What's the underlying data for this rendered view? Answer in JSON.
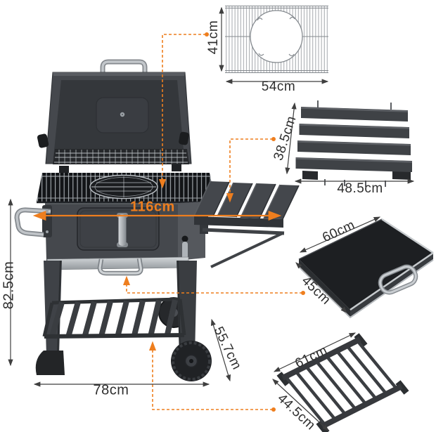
{
  "accent_color": "#EE7E1E",
  "ink_color": "#2E2E2E",
  "grill": {
    "height_label": "82.5cm",
    "base_width_label": "78cm",
    "overall_width_label": "116cm",
    "depth_label": "55.7cm"
  },
  "parts": {
    "grate": {
      "height_label": "41cm",
      "width_label": "54cm"
    },
    "shelf": {
      "depth_label": "38.5cm",
      "width_label": "48.5cm"
    },
    "tray": {
      "width_label": "60cm",
      "depth_label": "45cm"
    },
    "rack": {
      "width_label": "61cm",
      "depth_label": "44.5cm"
    }
  }
}
